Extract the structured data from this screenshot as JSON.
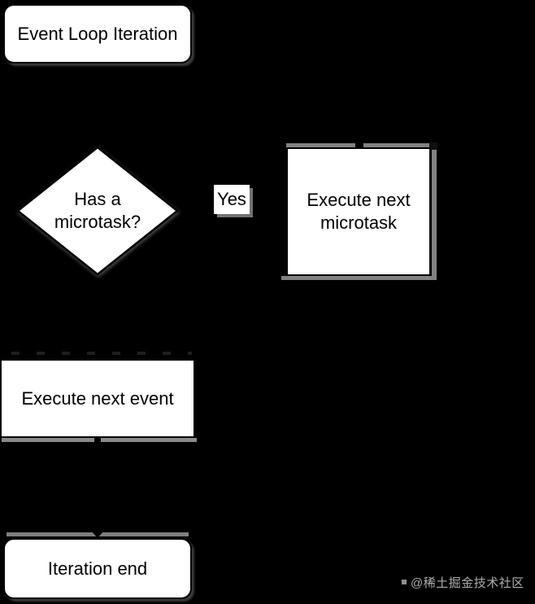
{
  "diagram": {
    "title_hint": "Event loop flowchart",
    "start": {
      "label": "Event Loop Iteration"
    },
    "decision": {
      "line1": "Has a",
      "line2": "microtask?"
    },
    "yes_label": "Yes",
    "execute_microtask": {
      "label": "Execute next microtask"
    },
    "execute_event": {
      "label": "Execute next event"
    },
    "end": {
      "label": "Iteration end"
    }
  },
  "watermark": {
    "text": "@稀土掘金技术社区"
  },
  "colors": {
    "background": "#000000",
    "node_fill": "#ffffff",
    "node_border": "#000000",
    "node_text": "#000000",
    "shadow_gray": "#828282",
    "watermark_gray": "#c6c6c6"
  }
}
